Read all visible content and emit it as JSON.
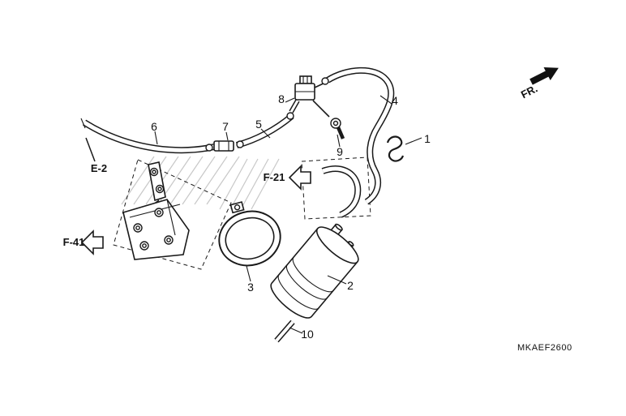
{
  "diagram": {
    "code": "MKAEF2600",
    "fr_label": "FR.",
    "refs": {
      "e2": "E-2",
      "f41": "F-41",
      "f21": "F-21"
    },
    "callouts": {
      "n1": "1",
      "n2": "2",
      "n3": "3",
      "n4": "4",
      "n5": "5",
      "n6": "6",
      "n7": "7",
      "n8": "8",
      "n9": "9",
      "n10": "10"
    }
  }
}
